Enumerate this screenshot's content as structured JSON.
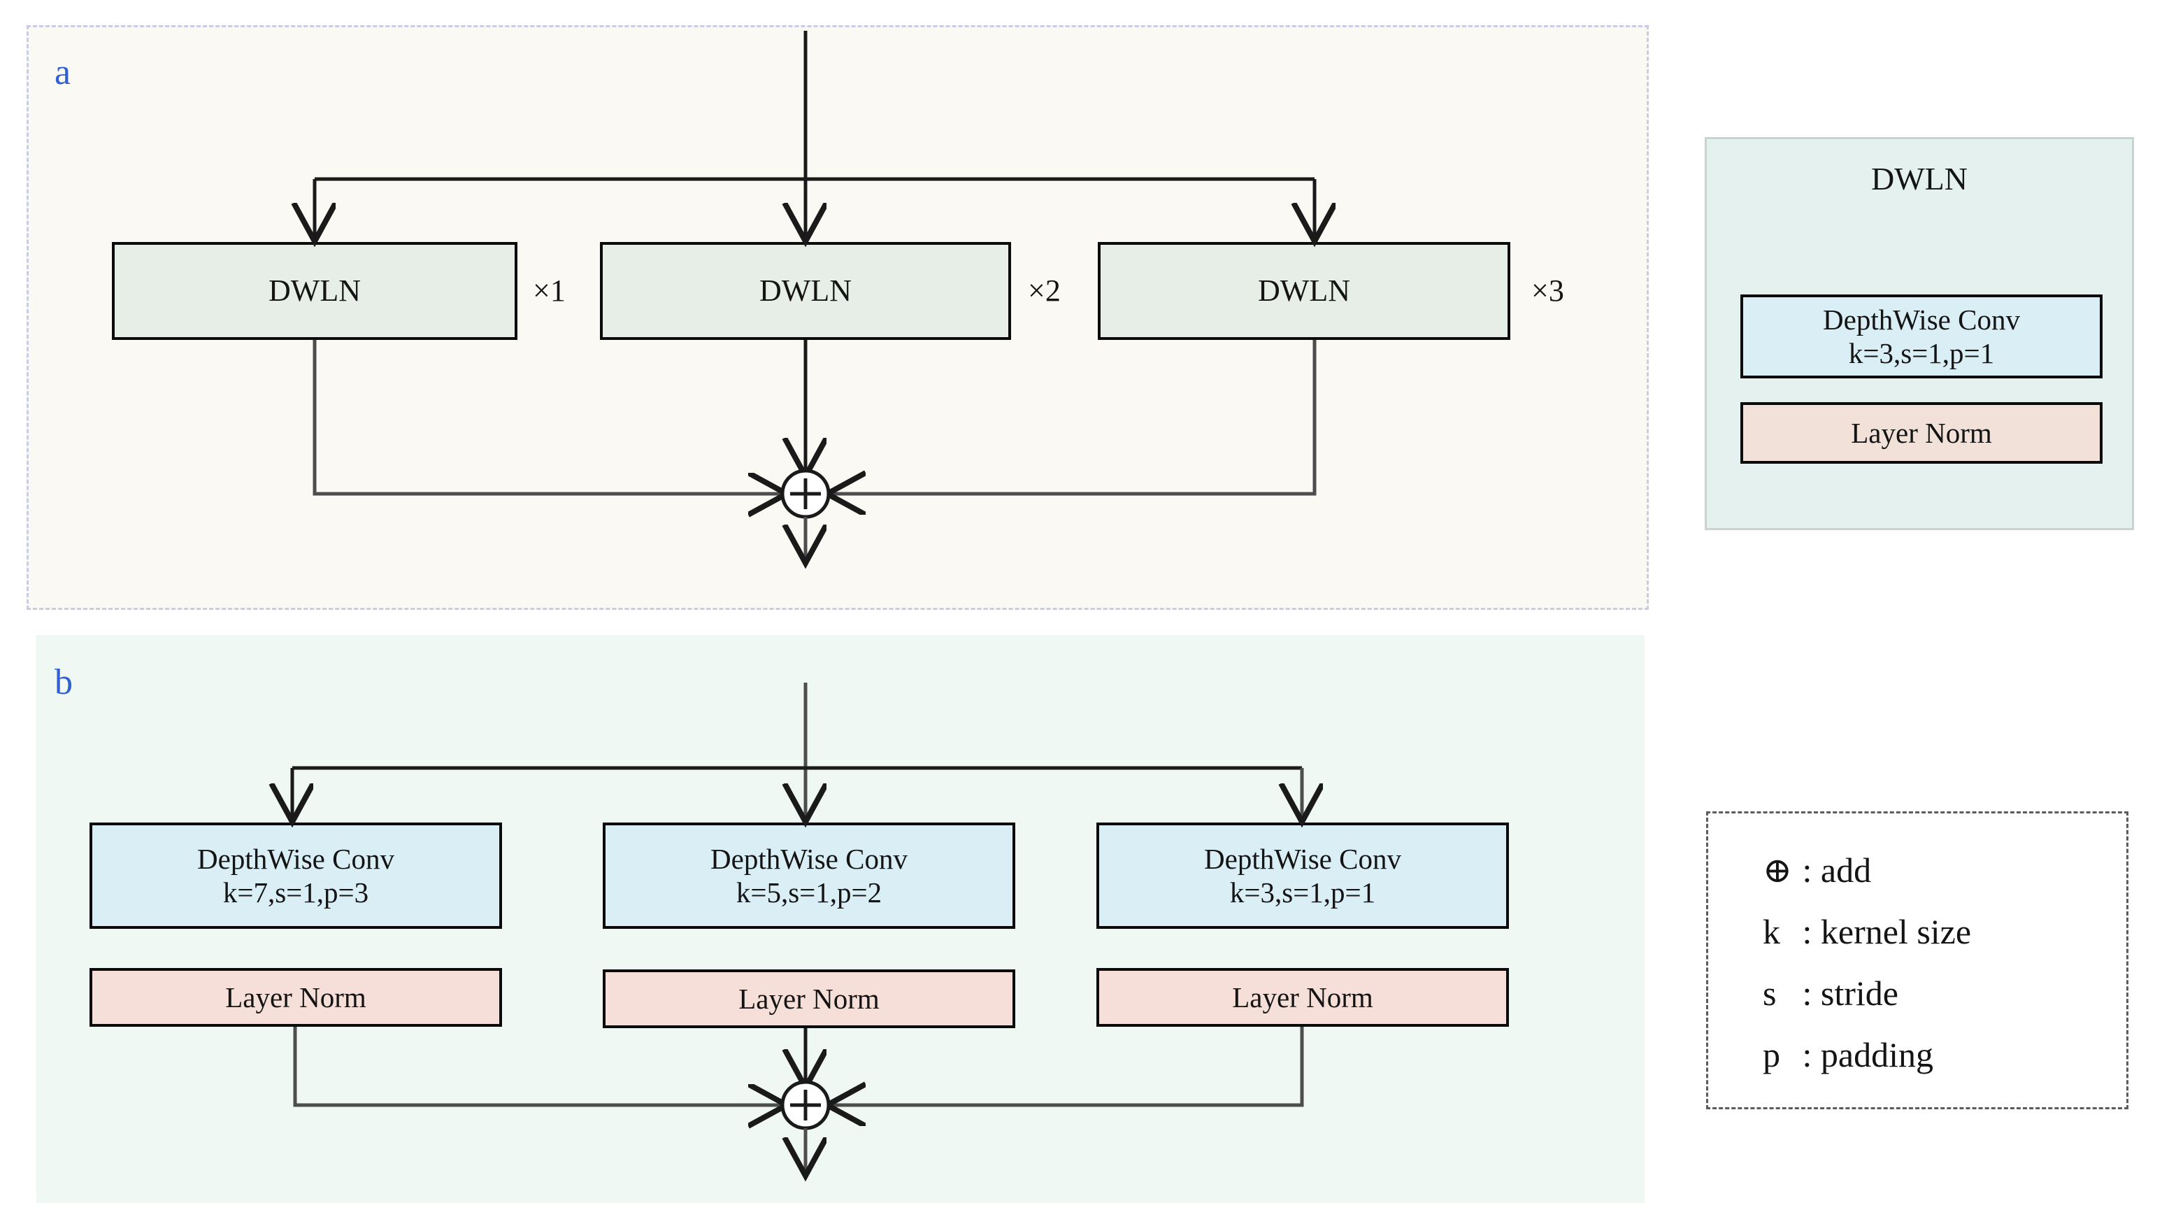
{
  "figure": {
    "panels": [
      {
        "id": "a",
        "letter": "a",
        "letter_color": "#2f5fd0",
        "background": "#faf9f3",
        "border_style": "dashed",
        "border_color": "#c9cce4",
        "blocks": [
          {
            "label": "DWLN",
            "multiplier": "×1"
          },
          {
            "label": "DWLN",
            "multiplier": "×2"
          },
          {
            "label": "DWLN",
            "multiplier": "×3"
          }
        ],
        "merge_symbol": "+"
      },
      {
        "id": "b",
        "letter": "b",
        "letter_color": "#2f5fd0",
        "background": "#eff8f2",
        "border_style": "none",
        "branches": [
          {
            "conv_title": "DepthWise Conv",
            "conv_params": "k=7,s=1,p=3",
            "norm_label": "Layer Norm"
          },
          {
            "conv_title": "DepthWise Conv",
            "conv_params": "k=5,s=1,p=2",
            "norm_label": "Layer Norm"
          },
          {
            "conv_title": "DepthWise Conv",
            "conv_params": "k=3,s=1,p=1",
            "norm_label": "Layer Norm"
          }
        ],
        "merge_symbol": "+"
      }
    ]
  },
  "dwln_legend": {
    "title": "DWLN",
    "background": "#e4f1ee",
    "border_color": "#c9d4d1",
    "conv_title": "DepthWise Conv",
    "conv_params": "k=3,s=1,p=1",
    "conv_color": "#d9eef5",
    "norm_label": "Layer Norm",
    "norm_color": "#f1e1d8"
  },
  "symbol_legend": {
    "border_style": "dashed",
    "rows": [
      {
        "symbol": "⊕",
        "text": ": add"
      },
      {
        "symbol": "k",
        "text": ": kernel size"
      },
      {
        "symbol": "s",
        "text": ": stride"
      },
      {
        "symbol": "p",
        "text": ": padding"
      }
    ]
  },
  "colors": {
    "dwln_block": "#e6eee7",
    "depthwise_conv": "#d9eef5",
    "layer_norm": "#f6dfd9",
    "stroke": "#0b0b0b",
    "panel_letter": "#2f5fd0"
  }
}
